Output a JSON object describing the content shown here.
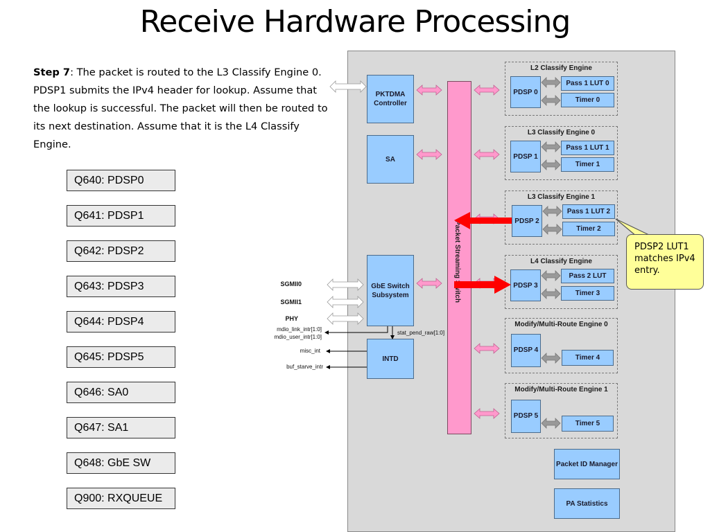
{
  "title": "Receive Hardware Processing",
  "step": {
    "label": "Step 7",
    "text": ": The packet is routed to the L3 Classify Engine 0. PDSP1 submits the IPv4 header for lookup. Assume that the lookup is successful. The packet will then be routed to its next destination. Assume that it is the L4 Classify Engine."
  },
  "queues": [
    "Q640: PDSP0",
    "Q641: PDSP1",
    "Q642: PDSP2",
    "Q643: PDSP3",
    "Q644: PDSP4",
    "Q645: PDSP5",
    "Q646: SA0",
    "Q647: SA1",
    "Q648: GbE SW",
    "Q900: RXQUEUE"
  ],
  "diagram": {
    "pktdma": "PKTDMA Controller",
    "sa": "SA",
    "gbe": "GbE Switch Subsystem",
    "intd": "INTD",
    "switch_label": "Packet Streaming Switch",
    "ports": [
      "SGMII0",
      "SGMII1",
      "PHY"
    ],
    "signals": {
      "mdio_link": "mdio_link_intr[1:0]",
      "mdio_user": "mdio_user_intr[1:0]",
      "stat_pend": "stat_pend_raw[1:0]",
      "misc": "misc_int",
      "buf_starve": "buf_starve_intr"
    },
    "engines": [
      {
        "name": "L2 Classify Engine",
        "pdsp": "PDSP 0",
        "lut": "Pass 1 LUT 0",
        "timer": "Timer 0"
      },
      {
        "name": "L3 Classify Engine 0",
        "pdsp": "PDSP 1",
        "lut": "Pass 1 LUT 1",
        "timer": "Timer 1"
      },
      {
        "name": "L3 Classify Engine 1",
        "pdsp": "PDSP 2",
        "lut": "Pass 1 LUT 2",
        "timer": "Timer 2"
      },
      {
        "name": "L4 Classify Engine",
        "pdsp": "PDSP 3",
        "lut": "Pass 2 LUT",
        "timer": "Timer 3"
      },
      {
        "name": "Modify/Multi-Route Engine 0",
        "pdsp": "PDSP 4",
        "timer": "Timer 4"
      },
      {
        "name": "Modify/Multi-Route Engine 1",
        "pdsp": "PDSP 5",
        "timer": "Timer 5"
      }
    ],
    "packet_id_manager": "Packet ID Manager",
    "pa_statistics": "PA Statistics"
  },
  "callout": "PDSP2 LUT1 matches IPv4 entry.",
  "colors": {
    "block": "#99ccff",
    "switch": "#ff99cc",
    "highlight_arrow": "#ff0000",
    "callout": "#ffff99"
  }
}
